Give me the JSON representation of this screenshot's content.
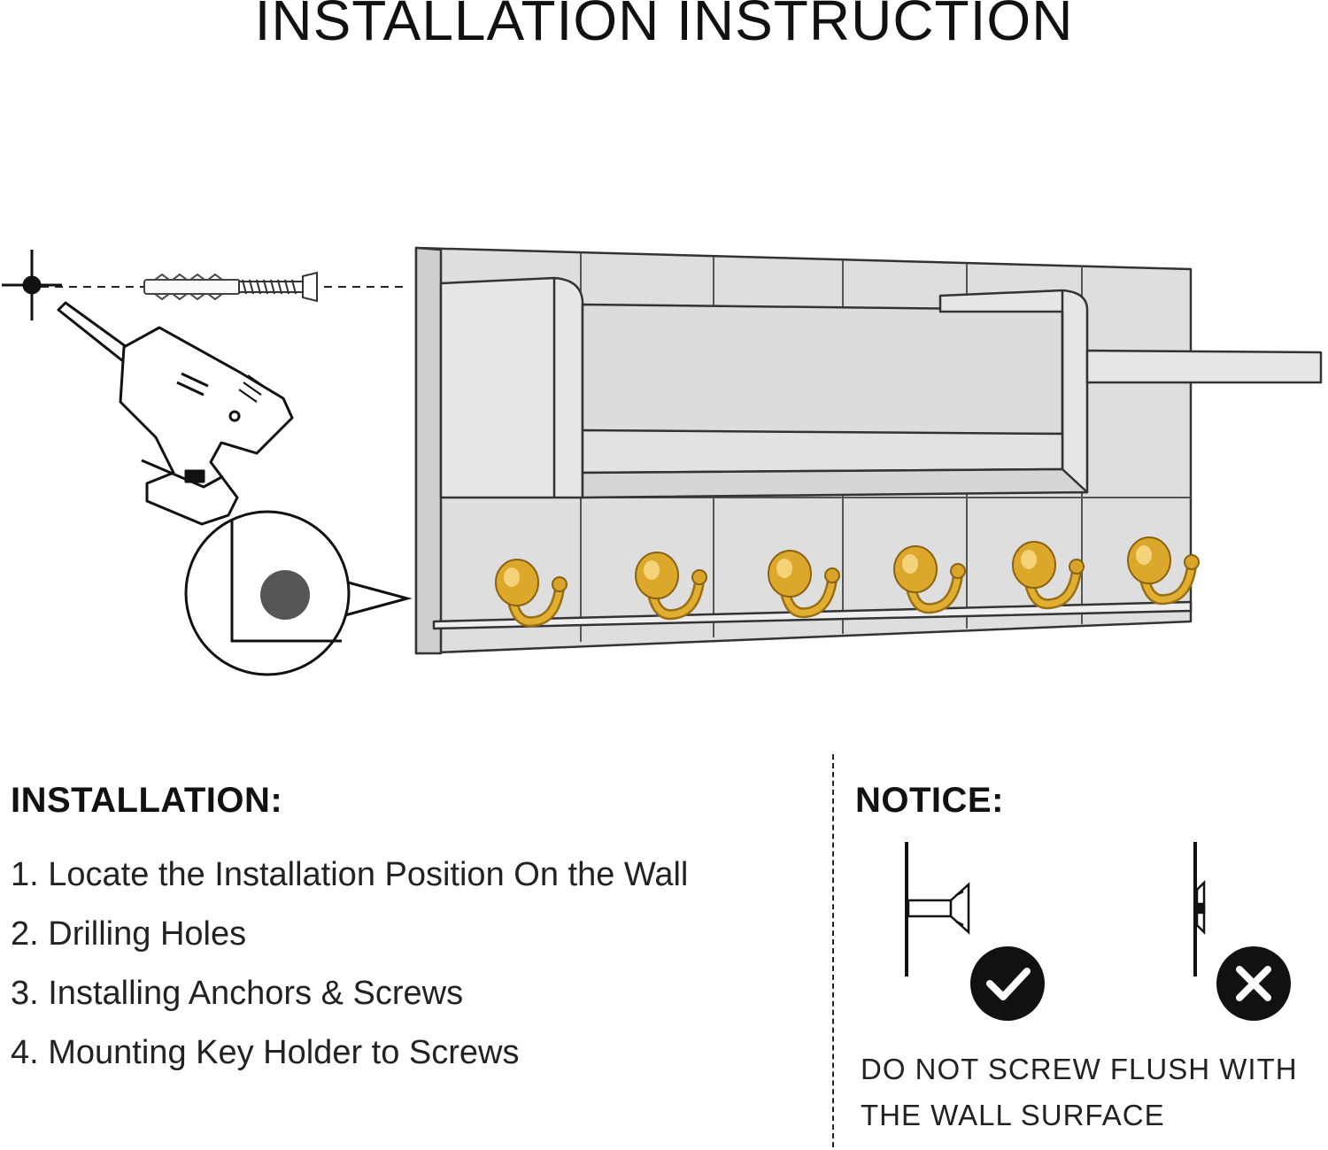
{
  "header": {
    "title": "INSTALLATION INSTRUCTION"
  },
  "installation": {
    "heading": "INSTALLATION:",
    "steps": [
      "1. Locate the Installation Position On the Wall",
      "2. Drilling Holes",
      "3. Installing Anchors & Screws",
      "4. Mounting Key Holder to Screws"
    ]
  },
  "notice": {
    "heading": "NOTICE:",
    "text_line1": "DO NOT SCREW FLUSH WITH",
    "text_line2": "THE WALL SURFACE"
  },
  "colors": {
    "board": "#dedede",
    "outline": "#333333",
    "hook": "#d8a52a",
    "hole": "#555555"
  },
  "icons": {
    "correct": "check-circle-icon",
    "wrong": "x-circle-icon"
  }
}
